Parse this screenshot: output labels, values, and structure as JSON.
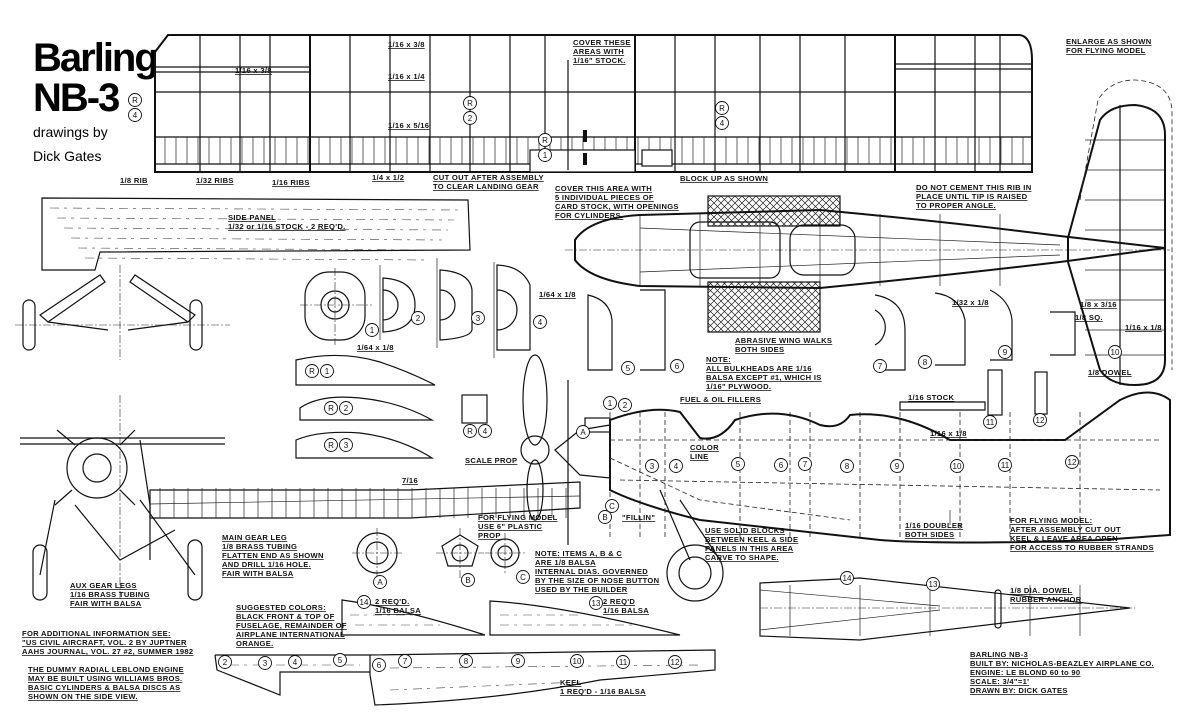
{
  "title": {
    "line1": "Barling",
    "line2": "NB-3",
    "credit1": "drawings by",
    "credit2": "Dick Gates"
  },
  "notes": {
    "rib_1_8": [
      "1/8 RIB"
    ],
    "ribs_1_32": [
      "1/32 RIBS"
    ],
    "ribs_1_16": [
      "1/16 RIBS"
    ],
    "spar_1_4x1_2": [
      "1/4 x 1/2"
    ],
    "cut_out_gear": [
      "CUT OUT AFTER ASSEMBLY",
      "TO CLEAR LANDING GEAR"
    ],
    "strip_a": [
      "1/16 x 3/8"
    ],
    "strip_b": [
      "1/16 x 3/8"
    ],
    "strip_c": [
      "1/16 x 1/4"
    ],
    "strip_d": [
      "1/16 x 5/16"
    ],
    "cover_areas": [
      "COVER THESE",
      "AREAS WITH",
      "1/16\" STOCK."
    ],
    "block_up": [
      "BLOCK UP AS SHOWN"
    ],
    "enlarge": [
      "ENLARGE AS SHOWN",
      "FOR FLYING MODEL"
    ],
    "do_not_cement": [
      "DO NOT CEMENT THIS RIB IN",
      "PLACE UNTIL TIP IS RAISED",
      "TO PROPER ANGLE."
    ],
    "cover_card": [
      "COVER THIS AREA WITH",
      "5 INDIVIDUAL PIECES OF",
      "CARD STOCK, WITH OPENINGS",
      "FOR CYLINDERS."
    ],
    "side_panel": [
      "SIDE PANEL",
      "1/32 or 1/16 STOCK - 2 REQ'D."
    ],
    "bh2_strip": [
      "1/64 x 1/8"
    ],
    "bh4_strip": [
      "1/64 x 1/8"
    ],
    "wing_walks": [
      "ABRASIVE WING WALKS",
      "BOTH SIDES"
    ],
    "bulkhead_note": [
      "NOTE:",
      "ALL BULKHEADS ARE 1/16",
      "BALSA EXCEPT #1, WHICH IS",
      "1/16\" PLYWOOD."
    ],
    "fuel_oil": [
      "FUEL & OIL FILLERS"
    ],
    "stock_1_16": [
      "1/16 STOCK"
    ],
    "strip_1_16x1_8": [
      "1/16 x 1/8"
    ],
    "stab_a": [
      "1/32 x 1/8"
    ],
    "stab_b": [
      "1/8 x 3/16"
    ],
    "stab_c": [
      "1/8 SQ."
    ],
    "stab_d": [
      "1/16 x 1/8"
    ],
    "dowel": [
      "1/8 DOWEL"
    ],
    "color_line": [
      "COLOR",
      "LINE"
    ],
    "scale_prop": [
      "SCALE PROP"
    ],
    "dim_7_16": [
      "7/16"
    ],
    "plastic_prop": [
      "FOR FLYING MODEL",
      "USE 6\" PLASTIC",
      "PROP"
    ],
    "fillin": [
      "\"FILLIN\""
    ],
    "solid_blocks": [
      "USE SOLID BLOCKS",
      "BETWEEN KEEL & SIDE",
      "PANELS IN THIS AREA",
      "CARVE TO SHAPE."
    ],
    "doubler": [
      "1/16 DOUBLER",
      "BOTH SIDES"
    ],
    "rubber_access": [
      "FOR FLYING MODEL:",
      "AFTER ASSEMBLY CUT OUT",
      "KEEL & LEAVE AREA OPEN",
      "FOR ACCESS TO RUBBER STRANDS"
    ],
    "main_gear": [
      "MAIN GEAR LEG",
      "1/8 BRASS TUBING",
      "FLATTEN END AS SHOWN",
      "AND DRILL 1/16 HOLE.",
      "FAIR WITH BALSA"
    ],
    "aux_gear": [
      "AUX GEAR LEGS",
      "1/16 BRASS TUBING",
      "FAIR WITH BALSA"
    ],
    "colors": [
      "SUGGESTED COLORS:",
      "BLACK FRONT & TOP OF",
      "FUSELAGE, REMAINDER OF",
      "AIRPLANE INTERNATIONAL",
      "ORANGE."
    ],
    "additional_info": [
      "FOR ADDITIONAL INFORMATION SEE:",
      "\"US CIVIL AIRCRAFT, VOL. 2 BY JUPTNER",
      "AAHS JOURNAL, VOL. 27 #2, SUMMER 1982"
    ],
    "dummy_engine": [
      "THE DUMMY RADIAL LEBLOND ENGINE",
      "MAY BE BUILT USING WILLIAMS BROS.",
      "BASIC CYLINDERS & BALSA DISCS AS",
      "SHOWN ON THE SIDE VIEW."
    ],
    "items_abc": [
      "NOTE: ITEMS A, B & C",
      "ARE 1/8 BALSA",
      "INTERNAL DIAS. GOVERNED",
      "BY THE SIZE OF NOSE BUTTON",
      "USED BY THE BUILDER"
    ],
    "part14": [
      "2 REQ'D.",
      "1/16 BALSA"
    ],
    "part13": [
      "2 REQ'D",
      "1/16 BALSA"
    ],
    "keel": [
      "KEEL",
      "1 REQ'D - 1/16 BALSA"
    ],
    "rubber_anchor": [
      "1/8 DIA. DOWEL",
      "RUBBER ANCHOR"
    ],
    "title_block": [
      "BARLING NB-3",
      "BUILT BY: NICHOLAS-BEAZLEY AIRPLANE CO.",
      "ENGINE: LE BLOND 60 to 90",
      "SCALE: 3/4\"=1'",
      "DRAWN BY: DICK GATES"
    ]
  },
  "markers": [
    "R",
    "4",
    "R",
    "2",
    "R",
    "1",
    "R",
    "4",
    "1",
    "2",
    "3",
    "4",
    "5",
    "6",
    "7",
    "8",
    "9",
    "10",
    "11",
    "12",
    "R",
    "1",
    "R",
    "2",
    "R",
    "3",
    "R",
    "4",
    "A",
    "1",
    "2",
    "3",
    "4",
    "5",
    "6",
    "7",
    "8",
    "9",
    "10",
    "11",
    "12",
    "B",
    "C",
    "A",
    "B",
    "C",
    "14",
    "13",
    "14",
    "13",
    "2",
    "3",
    "4",
    "5",
    "6",
    "7",
    "8",
    "9",
    "10",
    "11",
    "12"
  ]
}
